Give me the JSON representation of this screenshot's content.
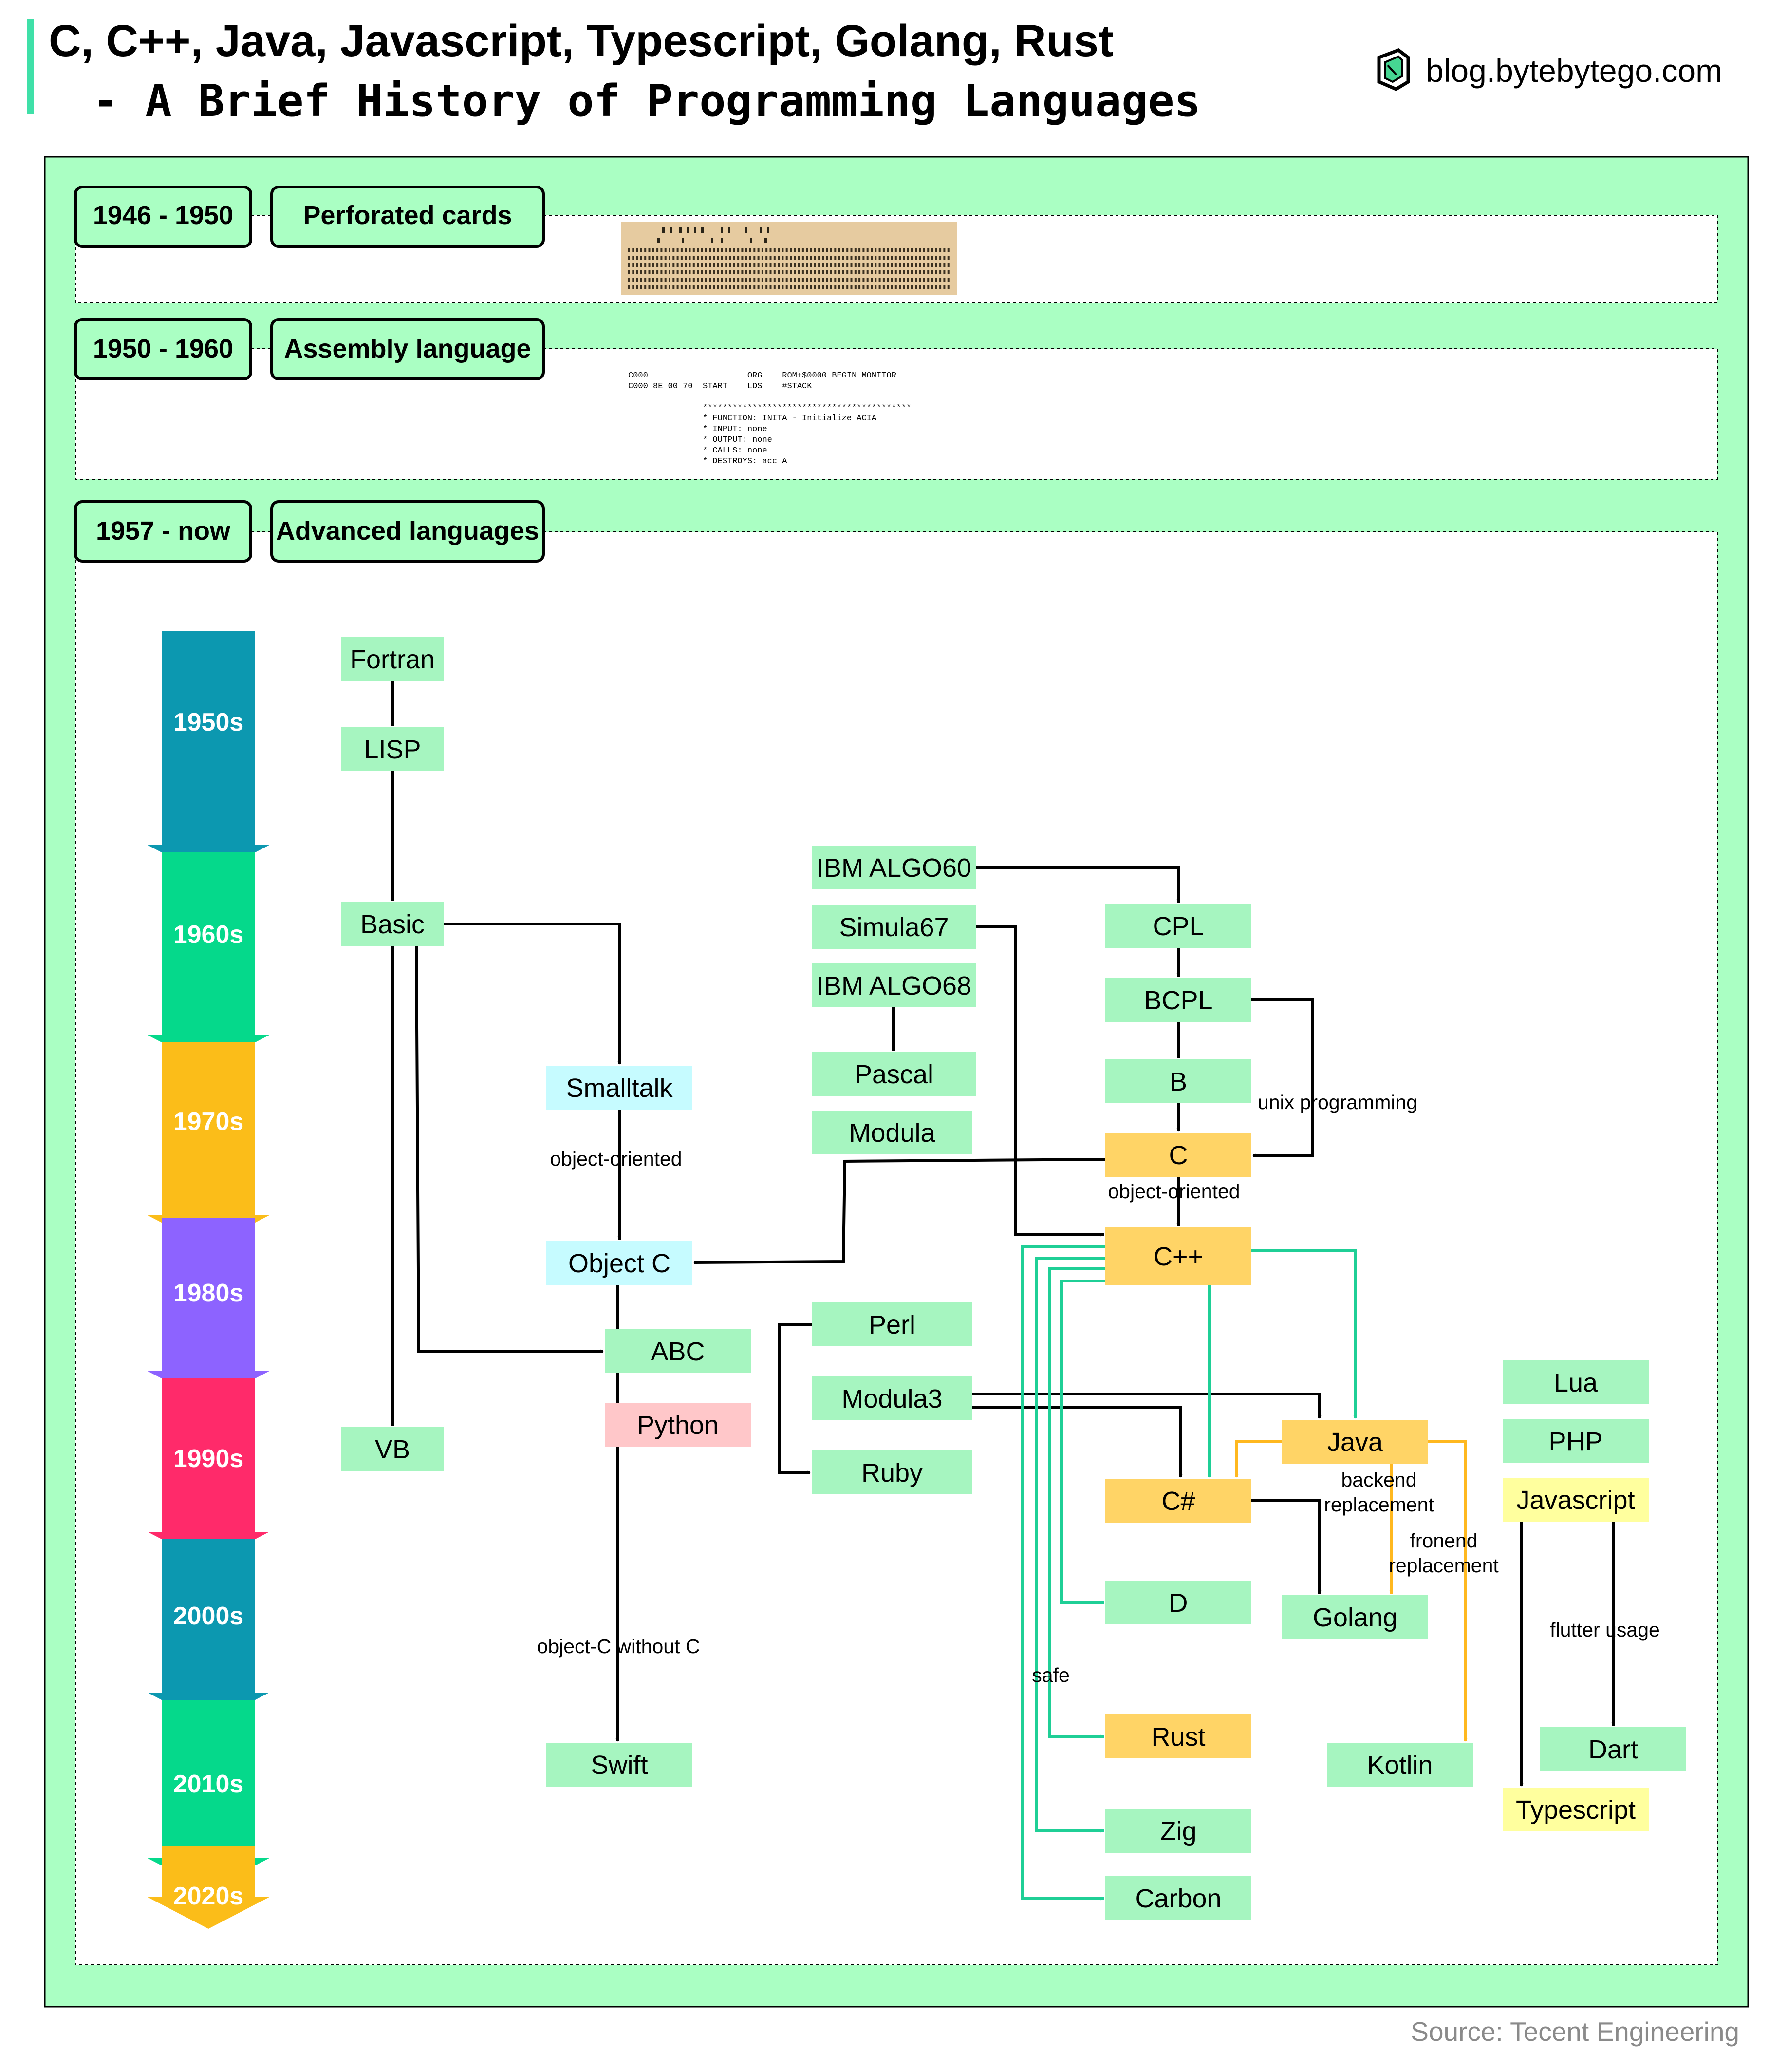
{
  "title": {
    "line1": "C, C++, Java, Javascript, Typescript, Golang, Rust",
    "line2": "- A Brief History of Programming Languages"
  },
  "brand": {
    "text": "blog.bytebytego.com",
    "icon": "bytebytego-logo-icon"
  },
  "source": "Source: Tecent  Engineering",
  "colors": {
    "outer_bg": "#aaffc3",
    "node_green": "#a6f5c0",
    "node_orange": "#ffd466",
    "node_cyan": "#c6fbff",
    "node_pink": "#ffc7c9",
    "node_yellow": "#ffff9e",
    "edge_green": "#1fcf96",
    "edge_orange": "#ffb81f",
    "edge_black": "#000000"
  },
  "sections": [
    {
      "period": "1946 - 1950",
      "label": "Perforated cards"
    },
    {
      "period": "1950 - 1960",
      "label": "Assembly language"
    },
    {
      "period": "1957 - now",
      "label": "Advanced languages"
    }
  ],
  "assembly_listing": [
    "C000                    ORG    ROM+$0000 BEGIN MONITOR",
    "C000 8E 00 70  START    LDS    #STACK",
    "",
    "               ******************************************",
    "               * FUNCTION: INITA - Initialize ACIA",
    "               * INPUT: none",
    "               * OUTPUT: none",
    "               * CALLS: none",
    "               * DESTROYS: acc A"
  ],
  "decades": [
    {
      "label": "1950s",
      "color": "#0c98b0"
    },
    {
      "label": "1960s",
      "color": "#05d98b"
    },
    {
      "label": "1970s",
      "color": "#fbbd19"
    },
    {
      "label": "1980s",
      "color": "#8d63ff"
    },
    {
      "label": "1990s",
      "color": "#ff2a6a"
    },
    {
      "label": "2000s",
      "color": "#0c98b0"
    },
    {
      "label": "2010s",
      "color": "#05d98b"
    },
    {
      "label": "2020s",
      "color": "#fbbd19"
    }
  ],
  "languages": {
    "fortran": "Fortran",
    "lisp": "LISP",
    "basic": "Basic",
    "vb": "VB",
    "smalltalk": "Smalltalk",
    "objectc": "Object C",
    "abc": "ABC",
    "python": "Python",
    "swift": "Swift",
    "algo60": "IBM ALGO60",
    "simula67": "Simula67",
    "algo68": "IBM ALGO68",
    "pascal": "Pascal",
    "modula": "Modula",
    "perl": "Perl",
    "modula3": "Modula3",
    "ruby": "Ruby",
    "cpl": "CPL",
    "bcpl": "BCPL",
    "b": "B",
    "c": "C",
    "cpp": "C++",
    "csharp": "C#",
    "d": "D",
    "rust": "Rust",
    "zig": "Zig",
    "carbon": "Carbon",
    "java": "Java",
    "golang": "Golang",
    "kotlin": "Kotlin",
    "lua": "Lua",
    "php": "PHP",
    "javascript": "Javascript",
    "dart": "Dart",
    "typescript": "Typescript"
  },
  "edge_labels": {
    "object_oriented_1": "object-oriented",
    "object_oriented_2": "object-oriented",
    "unix": "unix programming",
    "objc_without_c": "object-C without C",
    "backend": [
      "backend",
      "replacement"
    ],
    "frontend": [
      "fronend",
      "replacement"
    ],
    "flutter": "flutter usage",
    "safe": "safe"
  }
}
